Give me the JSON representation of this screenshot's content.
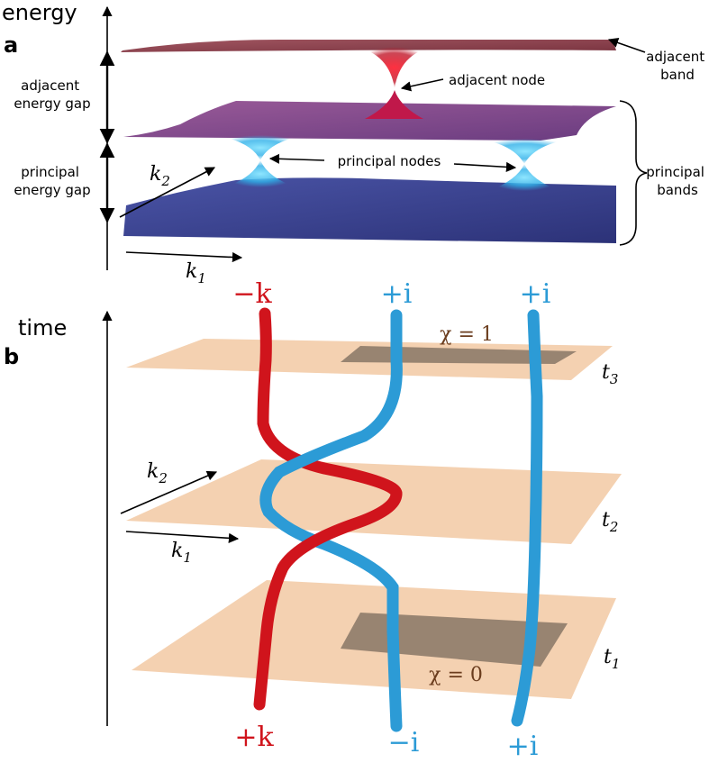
{
  "panel_a": {
    "panel_label": "a",
    "axis_label": "energy",
    "adjacent_gap": [
      "adjacent",
      "energy gap"
    ],
    "principal_gap": [
      "principal",
      "energy gap"
    ],
    "k2": "k",
    "k2_sub": "2",
    "k1": "k",
    "k1_sub": "1",
    "adjacent_band": [
      "adjacent",
      "band"
    ],
    "adjacent_node": "adjacent node",
    "principal_nodes": "principal nodes",
    "principal_bands": [
      "principal",
      "bands"
    ]
  },
  "panel_b": {
    "panel_label": "b",
    "axis_label": "time",
    "k2": "k",
    "k2_sub": "2",
    "k1": "k",
    "k1_sub": "1",
    "top_labels": [
      "−k",
      "+i",
      "+i"
    ],
    "bottom_labels": [
      "+k",
      "−i",
      "+i"
    ],
    "t3": "t",
    "t3_sub": "3",
    "t2": "t",
    "t2_sub": "2",
    "t1": "t",
    "t1_sub": "1",
    "chi_top": "χ = 1",
    "chi_bottom": "χ = 0"
  },
  "colors": {
    "red_strand": "#d0141c",
    "blue_strand": "#2c9bd6",
    "plane": "#f2c9a3",
    "top_band": "#8e4450",
    "middle_band": "#80508f",
    "bottom_band": "#3c4590"
  }
}
